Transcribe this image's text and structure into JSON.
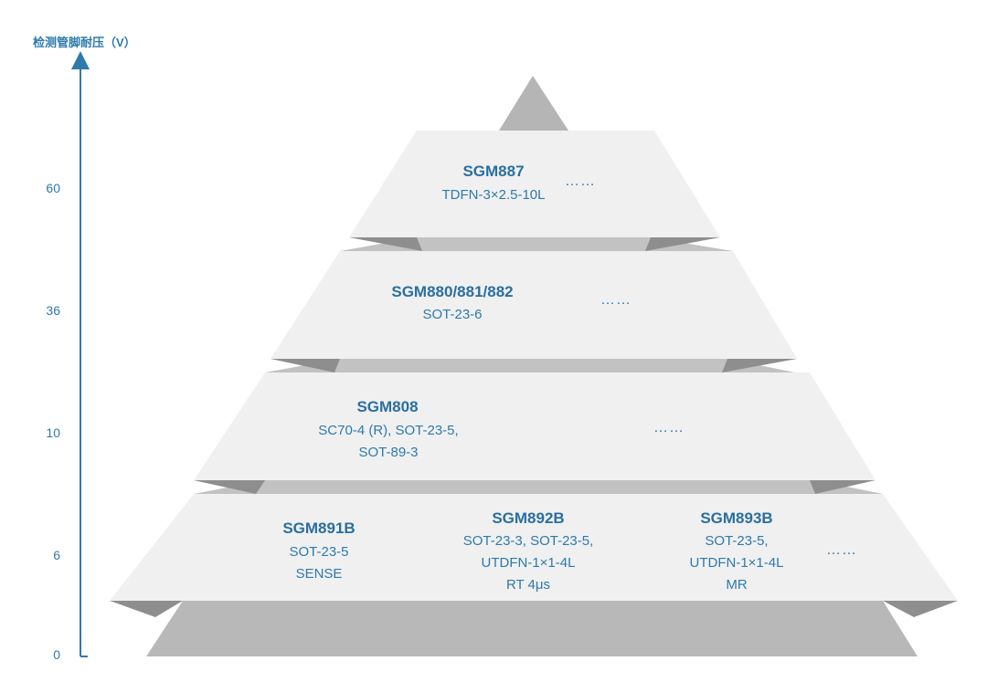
{
  "axis": {
    "title": "检测管脚耐压（V）",
    "ticks": [
      "60",
      "36",
      "10",
      "6",
      "0"
    ]
  },
  "tiers": [
    {
      "products": [
        {
          "name": "SGM887",
          "lines": [
            "TDFN-3×2.5-10L"
          ]
        }
      ],
      "more": "……"
    },
    {
      "products": [
        {
          "name": "SGM880/881/882",
          "lines": [
            "SOT-23-6"
          ]
        }
      ],
      "more": "……"
    },
    {
      "products": [
        {
          "name": "SGM808",
          "lines": [
            "SC70-4 (R), SOT-23-5,",
            "SOT-89-3"
          ]
        }
      ],
      "more": "……"
    },
    {
      "products": [
        {
          "name": "SGM891B",
          "lines": [
            "SOT-23-5",
            "SENSE"
          ]
        },
        {
          "name": "SGM892B",
          "lines": [
            "SOT-23-3, SOT-23-5,",
            "UTDFN-1×1-4L",
            "RT 4μs"
          ]
        },
        {
          "name": "SGM893B",
          "lines": [
            "SOT-23-5,",
            "UTDFN-1×1-4L",
            "MR"
          ]
        }
      ],
      "more": "……"
    }
  ],
  "colors": {
    "accent": "#2e7aaa",
    "face": "#f0f0f0",
    "shadow": "#b8b8b8",
    "side": "#8e8e8e"
  }
}
